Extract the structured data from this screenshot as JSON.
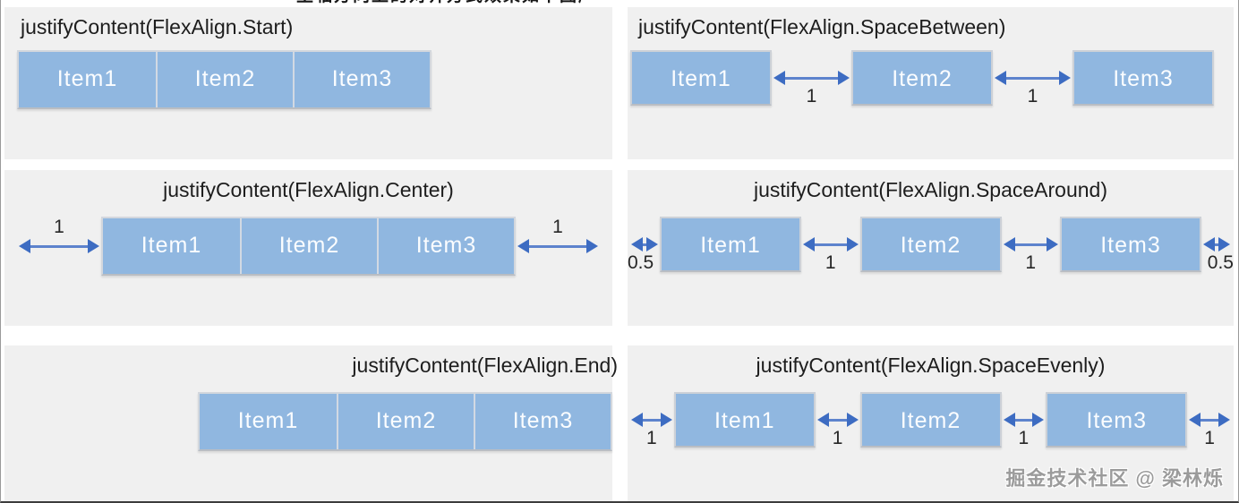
{
  "clipped_header_fragment": "主轴方向上的对齐方式效果如下图所示",
  "watermark": "掘金技术社区 @ 梁林烁",
  "colors": {
    "panel_bg": "#f0f0f0",
    "item_fill": "#90b7e0",
    "item_text": "#ffffff",
    "arrow_blue": "#3d6cc2",
    "title_text": "#1d1d1d",
    "label_text": "#262626",
    "watermark_text": "#9b9b9b"
  },
  "panels": [
    {
      "title": "justifyContent(FlexAlign.Start)",
      "items": [
        "Item1",
        "Item2",
        "Item3"
      ]
    },
    {
      "title": "justifyContent(FlexAlign.SpaceBetween)",
      "items": [
        "Item1",
        "Item2",
        "Item3"
      ],
      "gap_labels": [
        "1",
        "1"
      ]
    },
    {
      "title": "justifyContent(FlexAlign.Center)",
      "items": [
        "Item1",
        "Item2",
        "Item3"
      ],
      "edge_labels": [
        "1",
        "1"
      ]
    },
    {
      "title": "justifyContent(FlexAlign.SpaceAround)",
      "items": [
        "Item1",
        "Item2",
        "Item3"
      ],
      "edge_labels": [
        "0.5",
        "0.5"
      ],
      "gap_labels": [
        "1",
        "1"
      ]
    },
    {
      "title": "justifyContent(FlexAlign.End)",
      "items": [
        "Item1",
        "Item2",
        "Item3"
      ]
    },
    {
      "title": "justifyContent(FlexAlign.SpaceEvenly)",
      "items": [
        "Item1",
        "Item2",
        "Item3"
      ],
      "gap_labels": [
        "1",
        "1",
        "1",
        "1"
      ]
    }
  ]
}
